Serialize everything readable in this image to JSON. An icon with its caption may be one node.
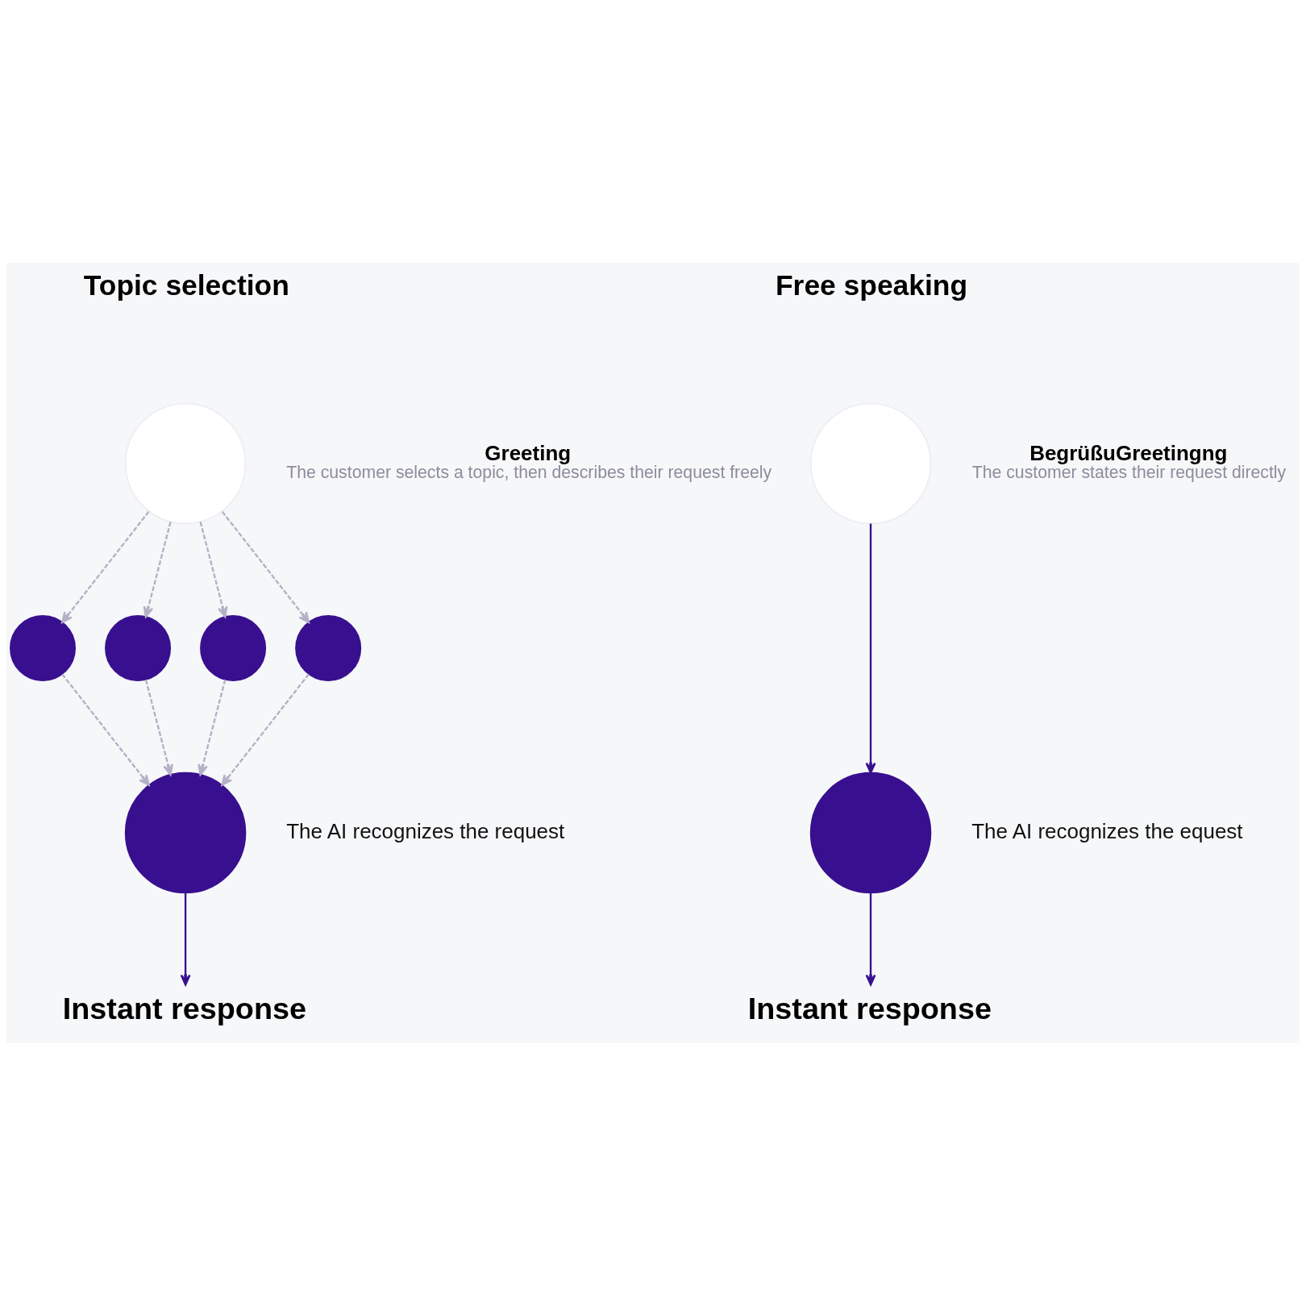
{
  "diagram": {
    "nodes": [
      {
        "text": [],
        "shape": "circle",
        "beside": [
          "Greeting",
          "The customer selects a topic, then describes their request freely"
        ]
      },
      {
        "text": [],
        "shape": "circle"
      },
      {
        "text": [],
        "shape": "circle"
      },
      {
        "text": [],
        "shape": "circle"
      },
      {
        "text": [],
        "shape": "circle"
      },
      {
        "text": [],
        "shape": "circle",
        "beside": [
          "The AI recognizes the request"
        ]
      },
      {
        "text": [
          "Instant response"
        ]
      },
      {
        "text": [],
        "shape": "circle",
        "beside": [
          "BegrüßuGreetingng",
          "The customer states their request directly"
        ]
      },
      {
        "text": [],
        "shape": "circle",
        "beside": [
          "The AI recognizes the equest"
        ]
      },
      {
        "text": [
          "Instant response"
        ]
      }
    ],
    "edges": [
      {
        "from": 0,
        "to": 1,
        "arrow": "to",
        "style": "dashed"
      },
      {
        "from": 0,
        "to": 2,
        "arrow": "to",
        "style": "dashed"
      },
      {
        "from": 0,
        "to": 3,
        "arrow": "to",
        "style": "dashed"
      },
      {
        "from": 0,
        "to": 4,
        "arrow": "to",
        "style": "dashed"
      },
      {
        "from": 1,
        "to": 5,
        "arrow": "to",
        "style": "dashed"
      },
      {
        "from": 2,
        "to": 5,
        "arrow": "to",
        "style": "dashed"
      },
      {
        "from": 3,
        "to": 5,
        "arrow": "to",
        "style": "dashed"
      },
      {
        "from": 4,
        "to": 5,
        "arrow": "to",
        "style": "dashed"
      },
      {
        "from": 5,
        "to": 6,
        "arrow": "to",
        "color": "#38108f"
      },
      {
        "from": 7,
        "to": 8,
        "arrow": "to",
        "color": "#38108f"
      },
      {
        "from": 8,
        "to": 9,
        "arrow": "to",
        "color": "#38108f"
      }
    ],
    "labels": [
      "Topic selection",
      "Free speaking"
    ]
  }
}
